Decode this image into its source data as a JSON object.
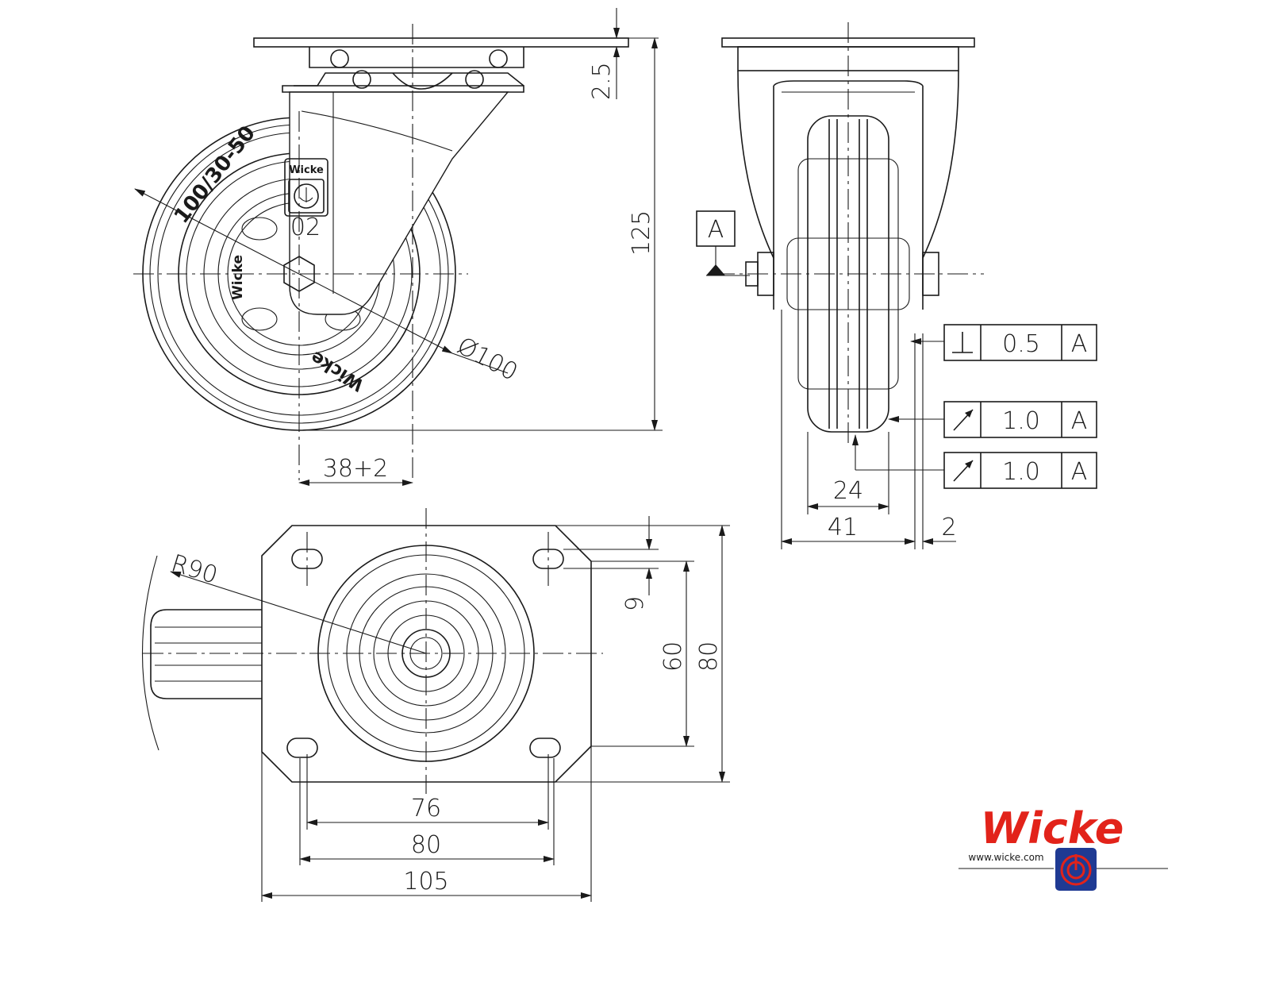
{
  "datum": {
    "label": "A"
  },
  "dimensions": {
    "plate_thickness": "2.5",
    "total_height": "125",
    "offset": "38+2",
    "wheel_diameter": "Ø100",
    "plate_radius": "R90",
    "hole_dia": "9",
    "bolt_spacing_y": "60",
    "plate_height": "80",
    "bolt_spacing_x_inner": "76",
    "bolt_spacing_x_outer": "80",
    "plate_width": "105",
    "tread_width": "24",
    "hub_width": "41",
    "side_gap": "2"
  },
  "wheel_labels": {
    "size_mark": "100/30-50",
    "code": "02",
    "brand_rim_1": "Wicke",
    "brand_rim_2": "Wicke",
    "bracket_brand": "Wicke"
  },
  "tolerance_frames": [
    {
      "symbol": "perpendicularity",
      "value": "0.5",
      "datum": "A"
    },
    {
      "symbol": "circular-runout",
      "value": "1.0",
      "datum": "A"
    },
    {
      "symbol": "circular-runout",
      "value": "1.0",
      "datum": "A"
    }
  ],
  "logo": {
    "brand": "Wicke",
    "url": "www.wicke.com",
    "brand_color": "#e2231a",
    "emblem_color": "#1f3a93"
  }
}
